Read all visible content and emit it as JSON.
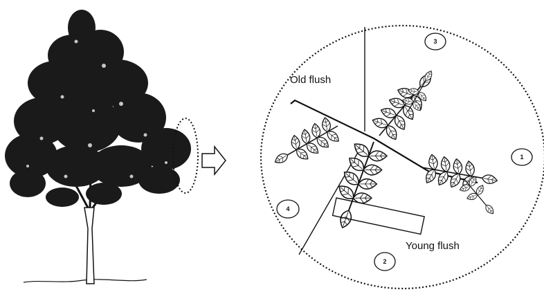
{
  "labels": {
    "old_flush": "Old flush",
    "young_flush": "Young flush"
  },
  "quadrants": [
    "1",
    "2",
    "3",
    "4"
  ],
  "colors": {
    "ink": "#111111",
    "foliage": "#1a1a1a",
    "background": "#ffffff"
  }
}
